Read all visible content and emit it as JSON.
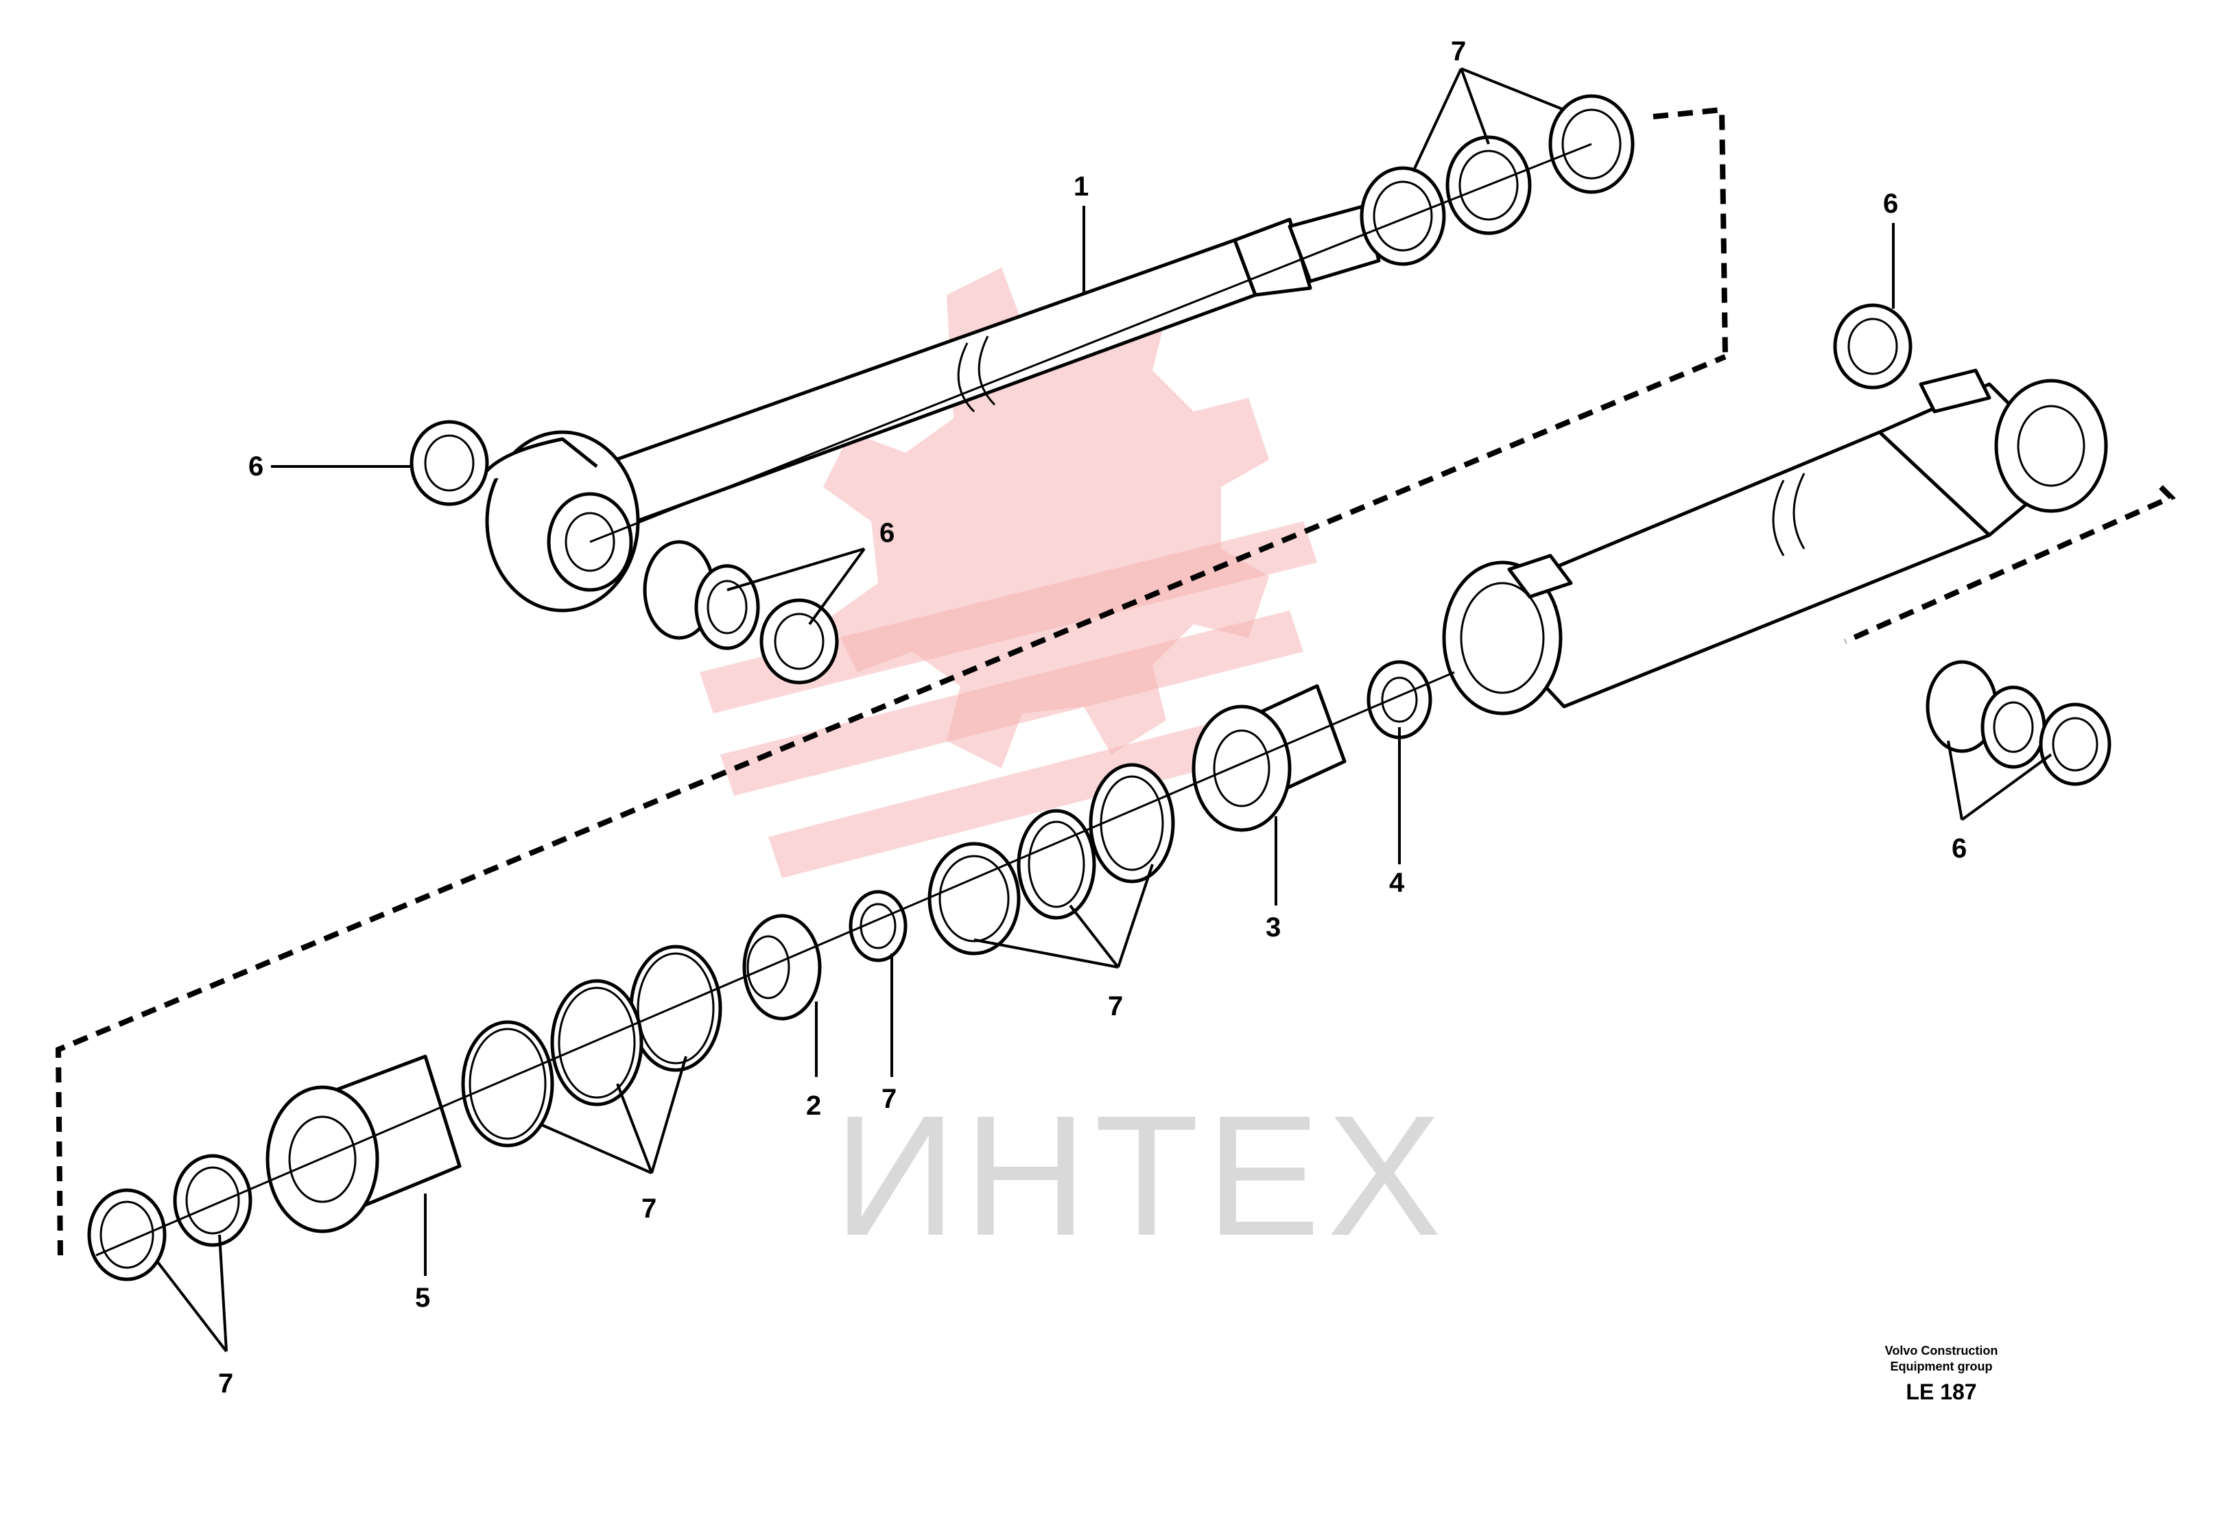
{
  "watermark": {
    "text": "ИНТЕХ"
  },
  "callouts": [
    {
      "id": "c1a",
      "label": "1"
    },
    {
      "id": "c6a",
      "label": "6"
    },
    {
      "id": "c6b",
      "label": "6"
    },
    {
      "id": "c7a",
      "label": "7"
    },
    {
      "id": "c6c",
      "label": "6"
    },
    {
      "id": "c6d",
      "label": "6"
    },
    {
      "id": "c4",
      "label": "4"
    },
    {
      "id": "c3",
      "label": "3"
    },
    {
      "id": "c7b",
      "label": "7"
    },
    {
      "id": "c7c",
      "label": "7"
    },
    {
      "id": "c2",
      "label": "2"
    },
    {
      "id": "c7d",
      "label": "7"
    },
    {
      "id": "c5",
      "label": "5"
    },
    {
      "id": "c7e",
      "label": "7"
    }
  ],
  "caption": {
    "line1": "Volvo Construction",
    "line2": "Equipment group",
    "code": "LE 187"
  }
}
